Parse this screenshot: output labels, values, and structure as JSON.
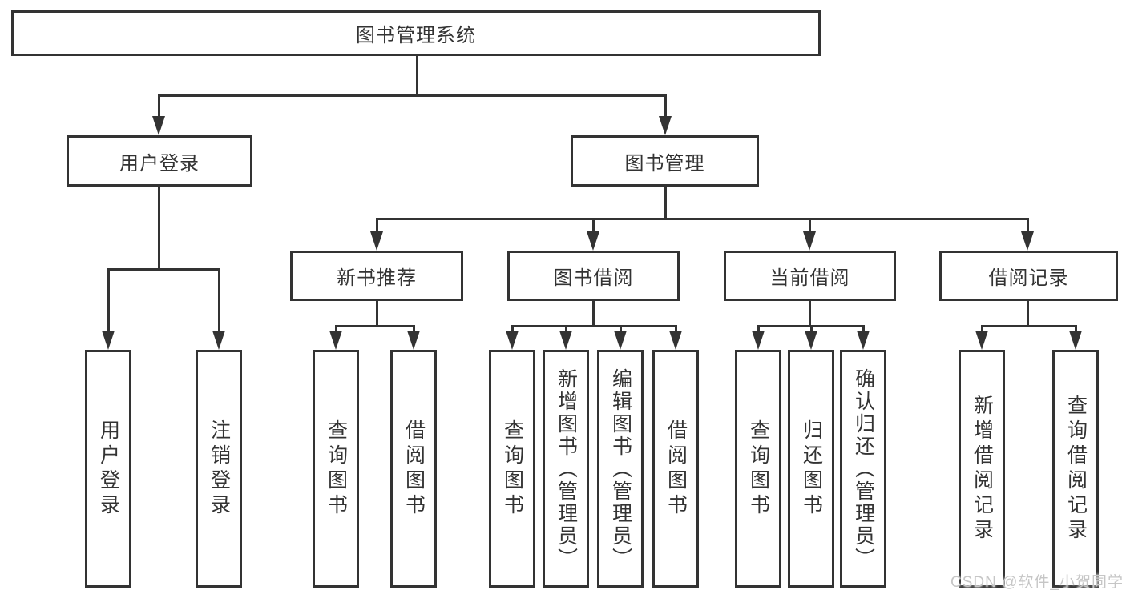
{
  "colors": {
    "line": "#333333",
    "background": "#ffffff",
    "watermark": "#c6c6c6"
  },
  "tree": {
    "root": {
      "label": "图书管理系统"
    },
    "branches": [
      {
        "label": "用户登录",
        "children": [
          {
            "label": "用户登录"
          },
          {
            "label": "注销登录"
          }
        ]
      },
      {
        "label": "图书管理",
        "children": [
          {
            "label": "新书推荐",
            "children": [
              {
                "label": "查询图书"
              },
              {
                "label": "借阅图书"
              }
            ]
          },
          {
            "label": "图书借阅",
            "children": [
              {
                "label": "查询图书"
              },
              {
                "label": "新增图书（管理员）"
              },
              {
                "label": "编辑图书（管理员）"
              },
              {
                "label": "借阅图书"
              }
            ]
          },
          {
            "label": "当前借阅",
            "children": [
              {
                "label": "查询图书"
              },
              {
                "label": "归还图书"
              },
              {
                "label": "确认归还（管理员）"
              }
            ]
          },
          {
            "label": "借阅记录",
            "children": [
              {
                "label": "新增借阅记录"
              },
              {
                "label": "查询借阅记录"
              }
            ]
          }
        ]
      }
    ]
  },
  "watermark": {
    "text": "CSDN @软件_小贺同学"
  }
}
